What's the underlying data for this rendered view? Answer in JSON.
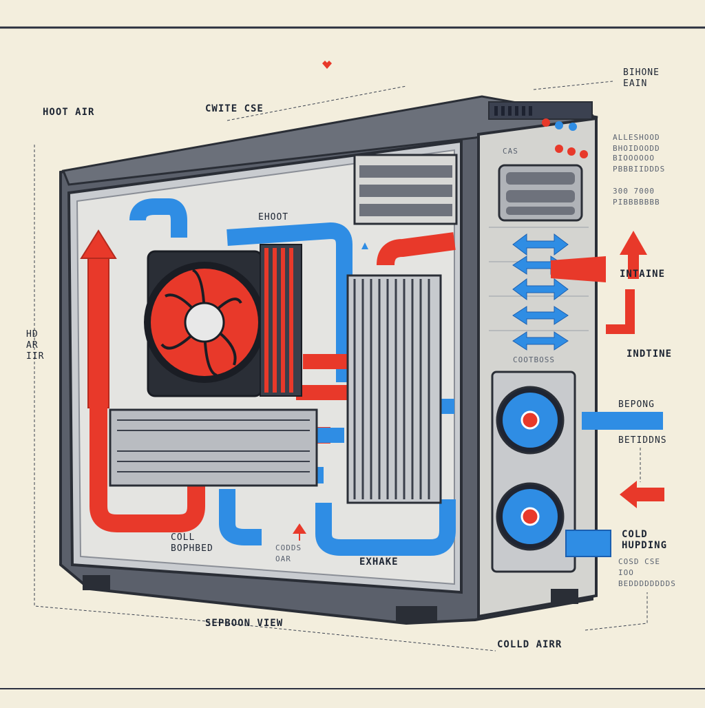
{
  "labels": {
    "hot_air_left": "HOOT AIR",
    "case_title": "CWITE CSE",
    "top_right": "BIHONE EAIN",
    "exhaust_top": "EHOOT",
    "vent_label": "CAS",
    "right_specs_1": "ALLESHOOD BHOIDOODD",
    "right_specs_2": "BIOOOOOO PBBBIIDDDS",
    "right_specs_3": "300 7000 PIBBBBBBB",
    "intake_label": "INTAINE",
    "intake_label_2": "INDTINE",
    "side_hot": "HD AR IIR",
    "controls_label": "COOTBOSS",
    "bottom_right_1": "BEPONG",
    "bottom_right_2": "BETIDDNS",
    "cold_label_right": "COLD HUPDING",
    "cold_small": "COSD CSE IOO BEDDDDDDDDS",
    "cold_bottom": "COLL BOPHBED",
    "cold_air_small": "CODDS OAR",
    "exhake": "EXHAKE",
    "bottom_view": "SEPBOON VIEW",
    "cold_air_bottom": "COLLD AIRR"
  },
  "colors": {
    "hot": "#e8392a",
    "cold": "#2f8de4",
    "case": "#4a4f5a",
    "panel": "#d9d9d6",
    "background": "#f3eedd"
  }
}
